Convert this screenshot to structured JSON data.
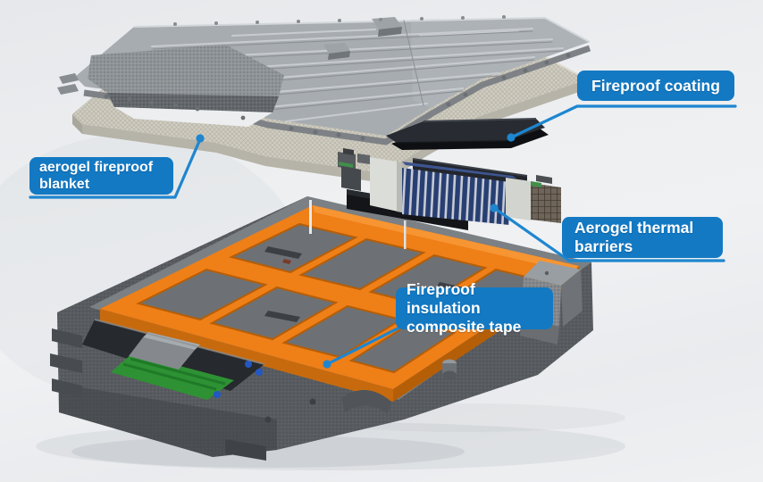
{
  "figure": {
    "type": "3d-exploded-diagram",
    "subject": "EV battery pack fire-protection components"
  },
  "callouts": [
    {
      "id": "fireproof-coating",
      "text": "Fireproof coating"
    },
    {
      "id": "aerogel-fireproof-blanket",
      "text": "aerogel fireproof\nblanket"
    },
    {
      "id": "aerogel-thermal-barriers",
      "text": "Aerogel thermal\nbarriers"
    },
    {
      "id": "fireproof-insulation-composite-tape",
      "text": "Fireproof insulation\ncomposite tape"
    }
  ],
  "colors": {
    "callout_background": "#1379c3",
    "callout_text": "#ffffff",
    "leader_line": "#1e86d0",
    "tape_orange": "#ef7f17",
    "tray_gray": "#585c60",
    "cover_gray": "#a7acb1",
    "blanket_tan": "#cfccc1",
    "coating_black": "#26292e",
    "cell_blue": "#2b4277",
    "pcb_green": "#2e9234",
    "background": "#eceef1"
  }
}
